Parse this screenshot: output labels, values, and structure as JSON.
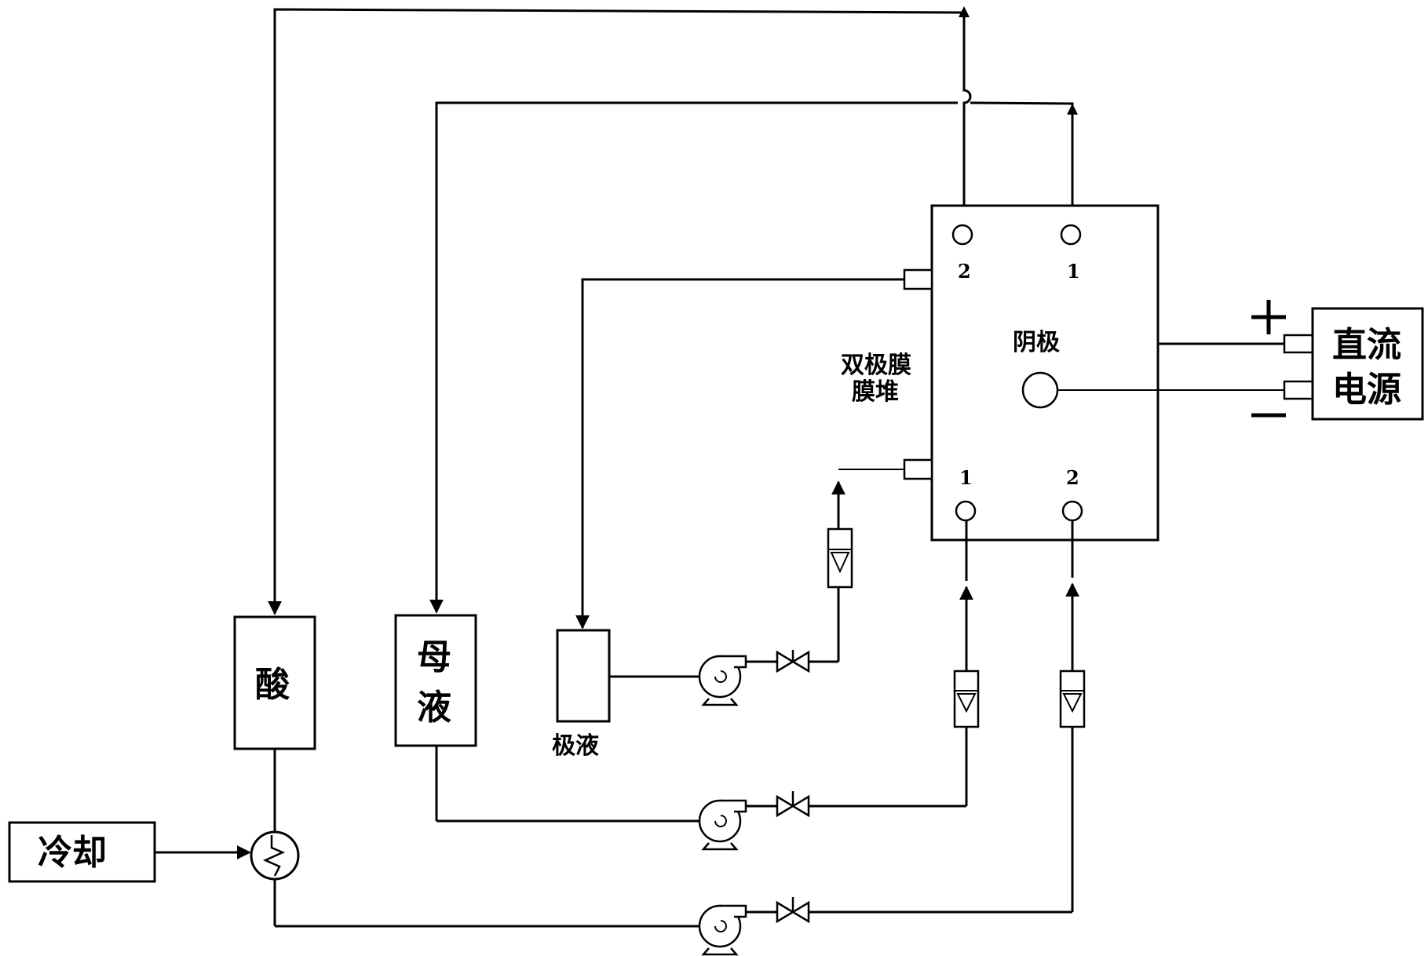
{
  "labels": {
    "acid": "酸",
    "mother_liquor": "母液",
    "mother_liquor_char1": "母",
    "mother_liquor_char2": "液",
    "electrode_liquid": "极液",
    "cooling": "冷却",
    "stack_line1": "双极膜",
    "stack_line2": "膜堆",
    "cathode": "阴极",
    "power_line1": "直流",
    "power_line2": "电源",
    "plus": "+",
    "minus": "−"
  },
  "ports": {
    "top_left": "2",
    "top_right": "1",
    "bottom_left": "1",
    "bottom_right": "2"
  }
}
